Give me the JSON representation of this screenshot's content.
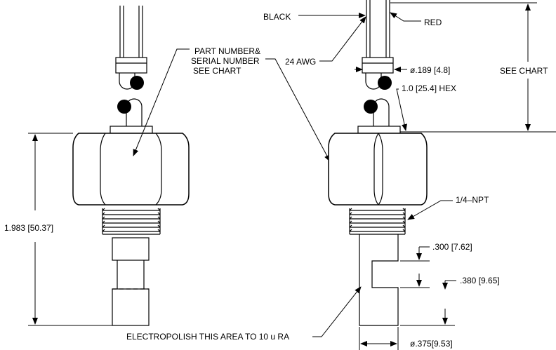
{
  "callouts": {
    "black": "BLACK",
    "red": "RED",
    "awg": "24 AWG",
    "wire_dia": "ø.189 [4.8]",
    "hex": "1.0 [25.4] HEX",
    "see_chart": "SEE CHART",
    "part_number_line1": "PART NUMBER&",
    "part_number_line2": "SERIAL NUMBER",
    "part_number_line3": "SEE CHART",
    "npt": "1/4–NPT",
    "overall_length": "1.983 [50.37]",
    "dim_300": ".300 [7.62]",
    "dim_380": ".380 [9.65]",
    "tip_dia": "ø.375[9.53]",
    "electropolish": "ELECTROPOLISH THIS AREA TO 10 u RA"
  }
}
